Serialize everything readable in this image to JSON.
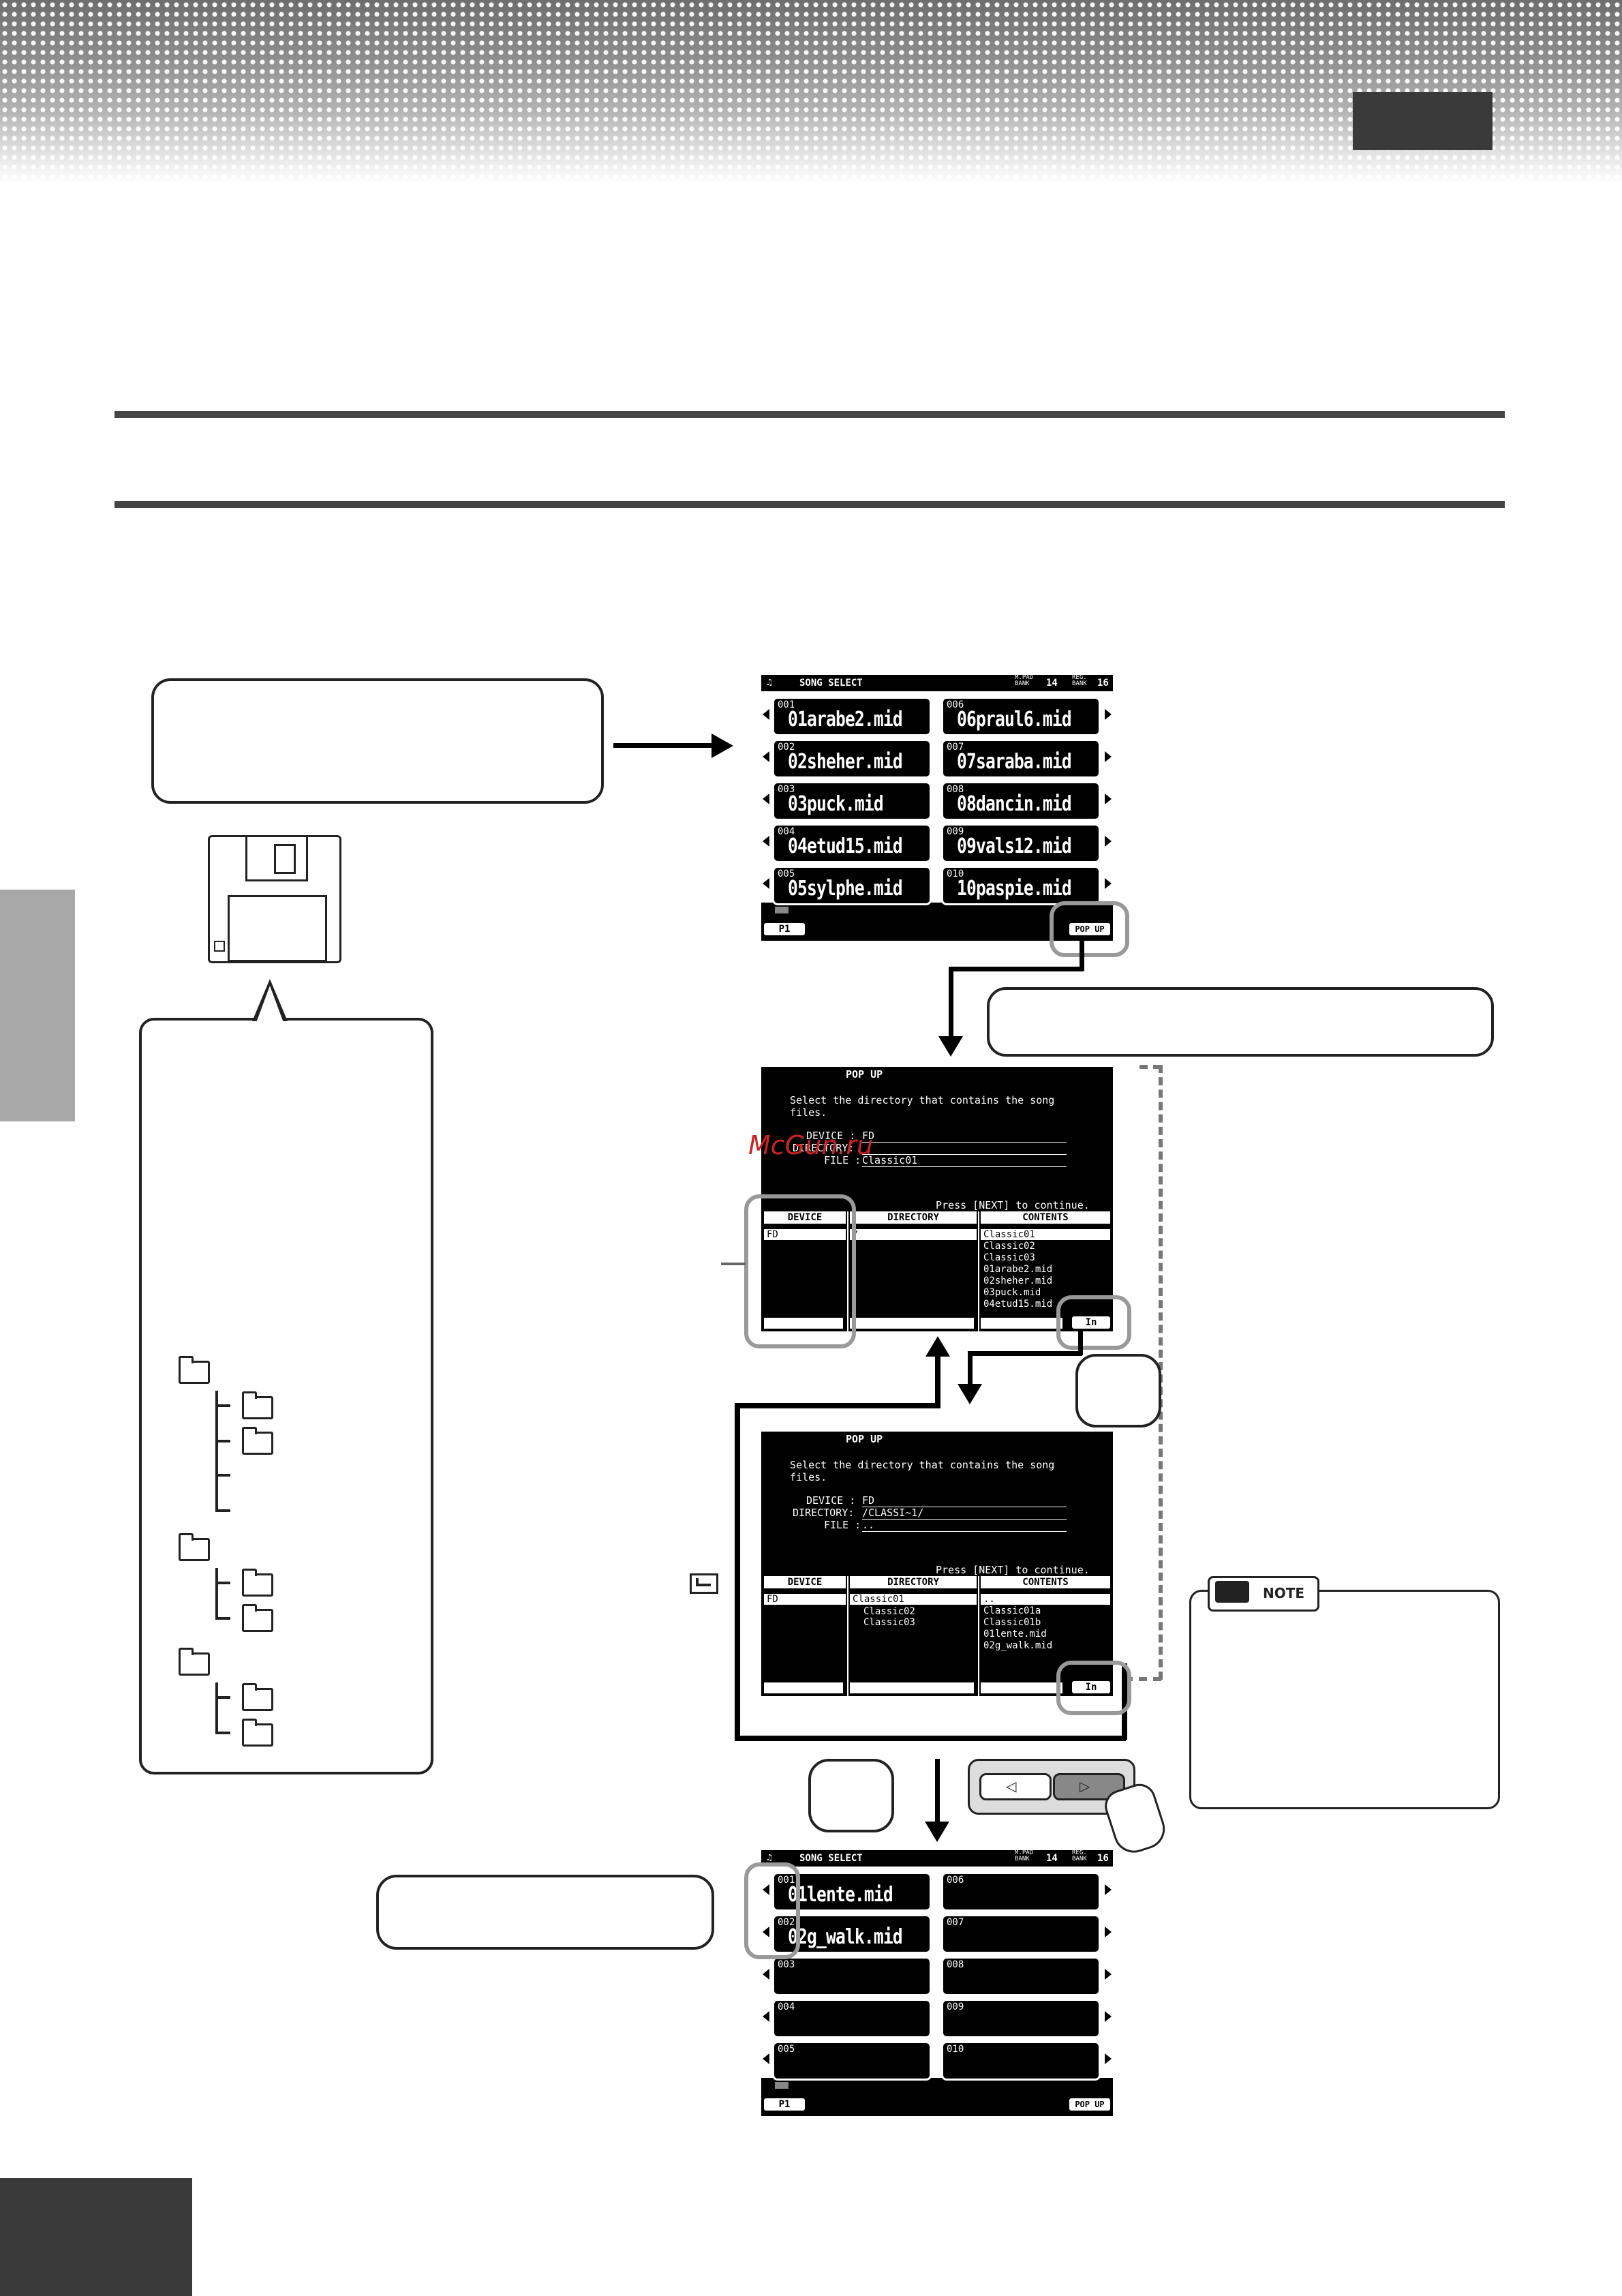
{
  "watermark": "McGun.ru",
  "screen1": {
    "title": "SONG SELECT",
    "bank_label_top": "M.PAD",
    "bank_label_bottom": "BANK",
    "bank_value": "14",
    "reg_label_top": "REG.",
    "reg_label_bottom": "BANK",
    "reg_value": "16",
    "slots": [
      {
        "num": "001",
        "name": "01arabe2.mid"
      },
      {
        "num": "002",
        "name": "02sheher.mid"
      },
      {
        "num": "003",
        "name": "03puck.mid"
      },
      {
        "num": "004",
        "name": "04etud15.mid"
      },
      {
        "num": "005",
        "name": "05sylphe.mid"
      },
      {
        "num": "006",
        "name": "06praul6.mid"
      },
      {
        "num": "007",
        "name": "07saraba.mid"
      },
      {
        "num": "008",
        "name": "08dancin.mid"
      },
      {
        "num": "009",
        "name": "09vals12.mid"
      },
      {
        "num": "010",
        "name": "10paspie.mid"
      }
    ],
    "page_label": "P1",
    "popup_label": "POP UP"
  },
  "screen2": {
    "title": "POP UP",
    "instruction_line1": "Select the directory that contains the song",
    "instruction_line2": "files.",
    "device_label": "DEVICE :",
    "device_value": "FD",
    "directory_label": "DIRECTORY:",
    "directory_value": "",
    "file_label": "FILE :",
    "file_value": "Classic01",
    "press_next": "Press [NEXT] to continue.",
    "col_device": "DEVICE",
    "col_directory": "DIRECTORY",
    "col_contents": "CONTENTS",
    "device_row": "FD",
    "directory_row": "/",
    "contents": [
      "Classic01",
      "Classic02",
      "Classic03",
      "01arabe2.mid",
      "02sheher.mid",
      "03puck.mid",
      "04etud15.mid"
    ],
    "in_button": "In"
  },
  "screen3": {
    "title": "POP UP",
    "instruction_line1": "Select the directory that contains the song",
    "instruction_line2": "files.",
    "device_label": "DEVICE :",
    "device_value": "FD",
    "directory_label": "DIRECTORY:",
    "directory_value": "/CLASSI~1/",
    "file_label": "FILE :",
    "file_value": "..",
    "press_next": "Press [NEXT] to continue.",
    "col_device": "DEVICE",
    "col_directory": "DIRECTORY",
    "col_contents": "CONTENTS",
    "device_row": "FD",
    "directory_rows": [
      "Classic01",
      "Classic02",
      "Classic03"
    ],
    "contents": [
      "..",
      "Classic01a",
      "Classic01b",
      "01lente.mid",
      "02g_walk.mid"
    ],
    "in_button": "In"
  },
  "screen4": {
    "title": "SONG SELECT",
    "bank_label_top": "M.PAD",
    "bank_label_bottom": "BANK",
    "bank_value": "14",
    "reg_label_top": "REG.",
    "reg_label_bottom": "BANK",
    "reg_value": "16",
    "slots": [
      {
        "num": "001",
        "name": "01lente.mid"
      },
      {
        "num": "002",
        "name": "02g_walk.mid"
      },
      {
        "num": "003",
        "name": ""
      },
      {
        "num": "004",
        "name": ""
      },
      {
        "num": "005",
        "name": ""
      },
      {
        "num": "006",
        "name": ""
      },
      {
        "num": "007",
        "name": ""
      },
      {
        "num": "008",
        "name": ""
      },
      {
        "num": "009",
        "name": ""
      },
      {
        "num": "010",
        "name": ""
      }
    ],
    "page_label": "P1",
    "popup_label": "POP UP"
  },
  "note_label": "NOTE"
}
